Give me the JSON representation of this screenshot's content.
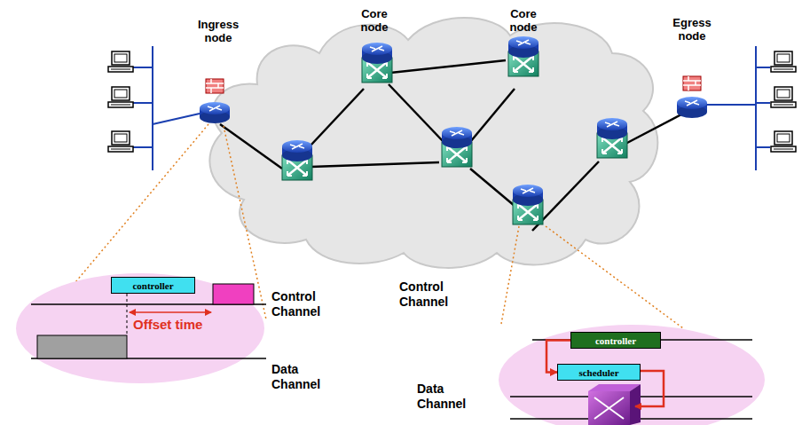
{
  "diagram": {
    "nodes": [
      {
        "text": [
          "controller"
        ]
      },
      {
        "text": [
          "controller"
        ]
      },
      {
        "text": [
          "scheduler"
        ]
      }
    ],
    "edges": [
      {
        "from": 1,
        "to": 2,
        "arrow": "to"
      }
    ],
    "labels": [
      "Ingress node",
      "Core node",
      "Core node",
      "Egress node",
      "Control Channel",
      "Offset time",
      "Data Channel",
      "Control Channel",
      "Data Channel"
    ]
  }
}
